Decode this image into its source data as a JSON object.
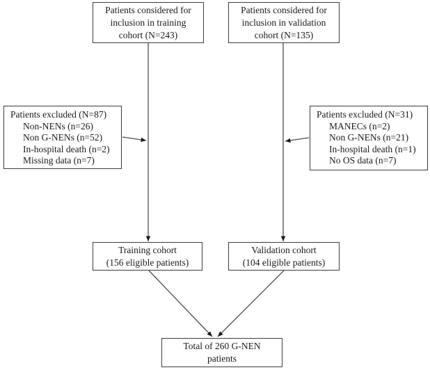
{
  "colors": {
    "background": "#ffffff",
    "box_border": "#3c3c3c",
    "arrow_line": "#4d4d4d",
    "arrowhead": "#1a1a1a",
    "text": "#1a1a1a"
  },
  "boxes": {
    "training_top": {
      "lines": [
        "Patients considered for",
        "inclusion in training",
        "cohort (N=243)"
      ]
    },
    "validation_top": {
      "lines": [
        "Patients considered for",
        "inclusion in validation",
        "cohort (N=135)"
      ]
    },
    "training_excluded": {
      "title": "Patients excluded (N=87)",
      "items": [
        "Non-NENs (n=26)",
        "Non G-NENs (n=52)",
        "In-hospital death (n=2)",
        "Missing data (n=7)"
      ]
    },
    "validation_excluded": {
      "title": "Patients excluded (N=31)",
      "items": [
        "MANECs (n=2)",
        "Non G-NENs (n=21)",
        "In-hospital death (n=1)",
        "No OS data (n=7)"
      ]
    },
    "training_cohort": {
      "lines": [
        "Training cohort",
        "(156 eligible patients)"
      ]
    },
    "validation_cohort": {
      "lines": [
        "Validation cohort",
        "(104 eligible patients)"
      ]
    },
    "total": {
      "lines": [
        "Total of 260 G-NEN",
        "patients"
      ]
    }
  },
  "connections": [
    {
      "from": "training_top",
      "to": "training_cohort",
      "type": "arrow-down"
    },
    {
      "from": "validation_top",
      "to": "validation_cohort",
      "type": "arrow-down"
    },
    {
      "from": "training_excluded",
      "to": "training_flow_line",
      "type": "arrow-right"
    },
    {
      "from": "validation_excluded",
      "to": "validation_flow_line",
      "type": "arrow-left"
    },
    {
      "from": "training_cohort",
      "to": "total",
      "type": "arrow-diagonal"
    },
    {
      "from": "validation_cohort",
      "to": "total",
      "type": "arrow-diagonal"
    }
  ]
}
